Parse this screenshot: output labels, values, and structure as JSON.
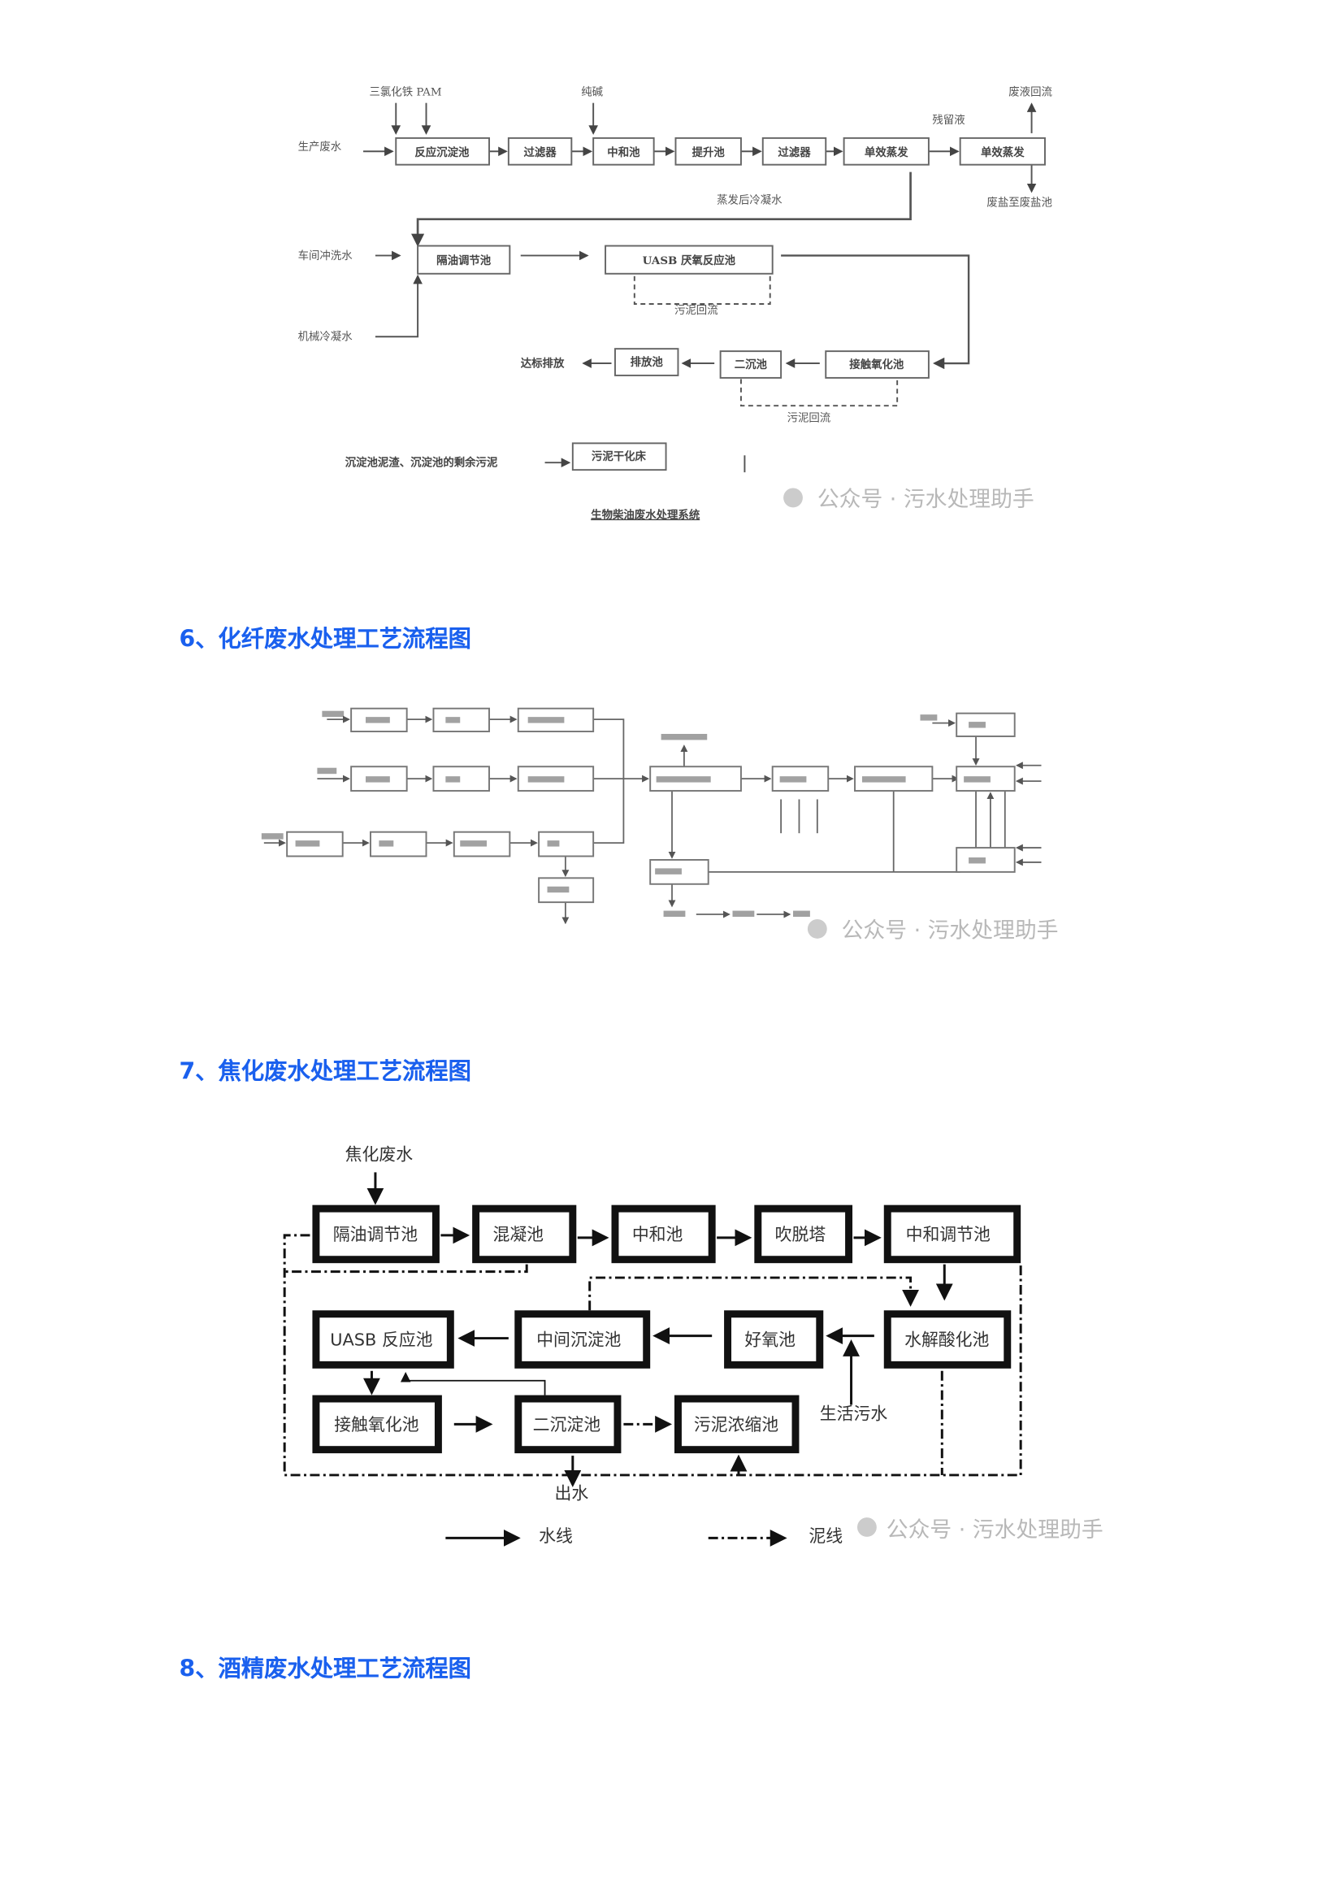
{
  "watermark": "公众号 · 污水处理助手",
  "sections": [
    {
      "heading": "6、化纤废水处理工艺流程图"
    },
    {
      "heading": "7、焦化废水处理工艺流程图"
    },
    {
      "heading": "8、酒精废水处理工艺流程图"
    }
  ],
  "diagram1": {
    "title": "生物柴油废水处理系统",
    "inputs": {
      "chem": "三氯化铁 PAM",
      "soda": "纯碱",
      "raw": "生产废水",
      "residue": "残留液",
      "waste_return": "废液回流",
      "salt": "废盐至废盐池",
      "condensate": "蒸发后冷凝水",
      "wash": "车间冲洗水",
      "mech": "机械冷凝水",
      "discharge": "达标排放",
      "sludge_in": "沉淀池泥渣、沉淀池的剩余污泥",
      "return1": "污泥回流",
      "return2": "污泥回流"
    },
    "boxes": [
      "反应沉淀池",
      "过滤器",
      "中和池",
      "提升池",
      "过滤器",
      "单效蒸发",
      "单效蒸发",
      "隔油调节池",
      "UASB 厌氧反应池",
      "接触氧化池",
      "二沉池",
      "排放池",
      "污泥干化床"
    ]
  },
  "diagram3": {
    "input": "焦化废水",
    "boxes": [
      "隔油调节池",
      "混凝池",
      "中和池",
      "吹脱塔",
      "中和调节池",
      "水解酸化池",
      "好氧池",
      "中间沉淀池",
      "UASB 反应池",
      "接触氧化池",
      "二沉淀池",
      "污泥浓缩池"
    ],
    "domestic": "生活污水",
    "outlet": "出水",
    "legend": {
      "water": "水线",
      "sludge": "泥线"
    }
  }
}
